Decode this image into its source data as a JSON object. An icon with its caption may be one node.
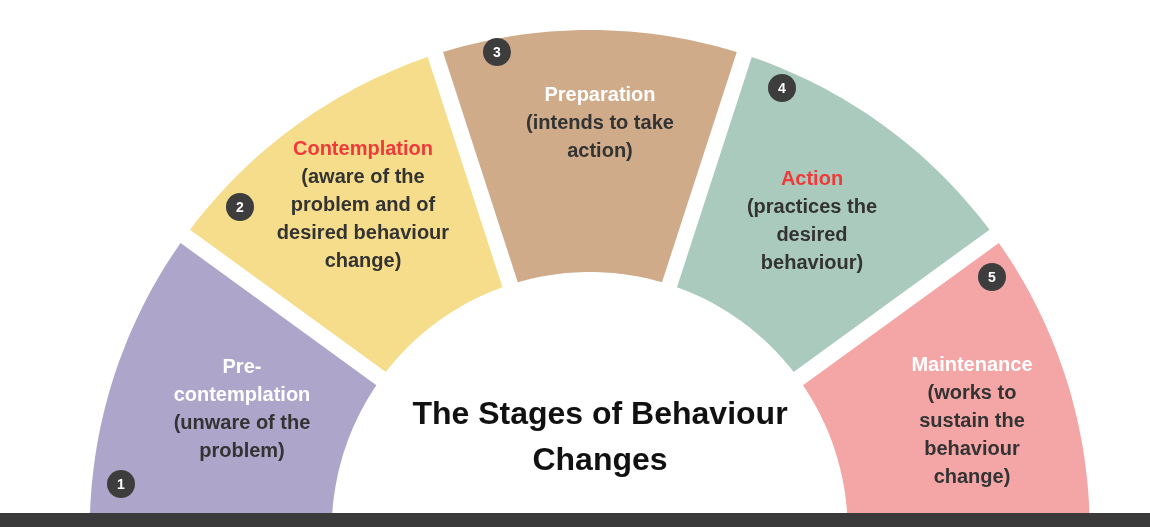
{
  "diagram": {
    "title": "The Stages of Behaviour Changes",
    "nodes": [
      {
        "text": [
          "Pre-contemplation",
          "(unware of the problem)"
        ]
      },
      {
        "text": [
          "1"
        ],
        "in": 0
      },
      {
        "text": [
          "Contemplation",
          "(aware of the problem and of desired behaviour change)"
        ]
      },
      {
        "text": [
          "2"
        ],
        "in": 2
      },
      {
        "text": [
          "Preparation",
          "(intends to take action)"
        ]
      },
      {
        "text": [
          "3"
        ],
        "in": 4
      },
      {
        "text": [
          "Action",
          "(practices the desired behaviour)"
        ]
      },
      {
        "text": [
          "4"
        ],
        "in": 6
      },
      {
        "text": [
          "Maintenance",
          "(works to sustain the behaviour change)"
        ]
      },
      {
        "text": [
          "5"
        ],
        "in": 8
      },
      {
        "text": [],
        "shape": "bar"
      }
    ],
    "edges": []
  }
}
